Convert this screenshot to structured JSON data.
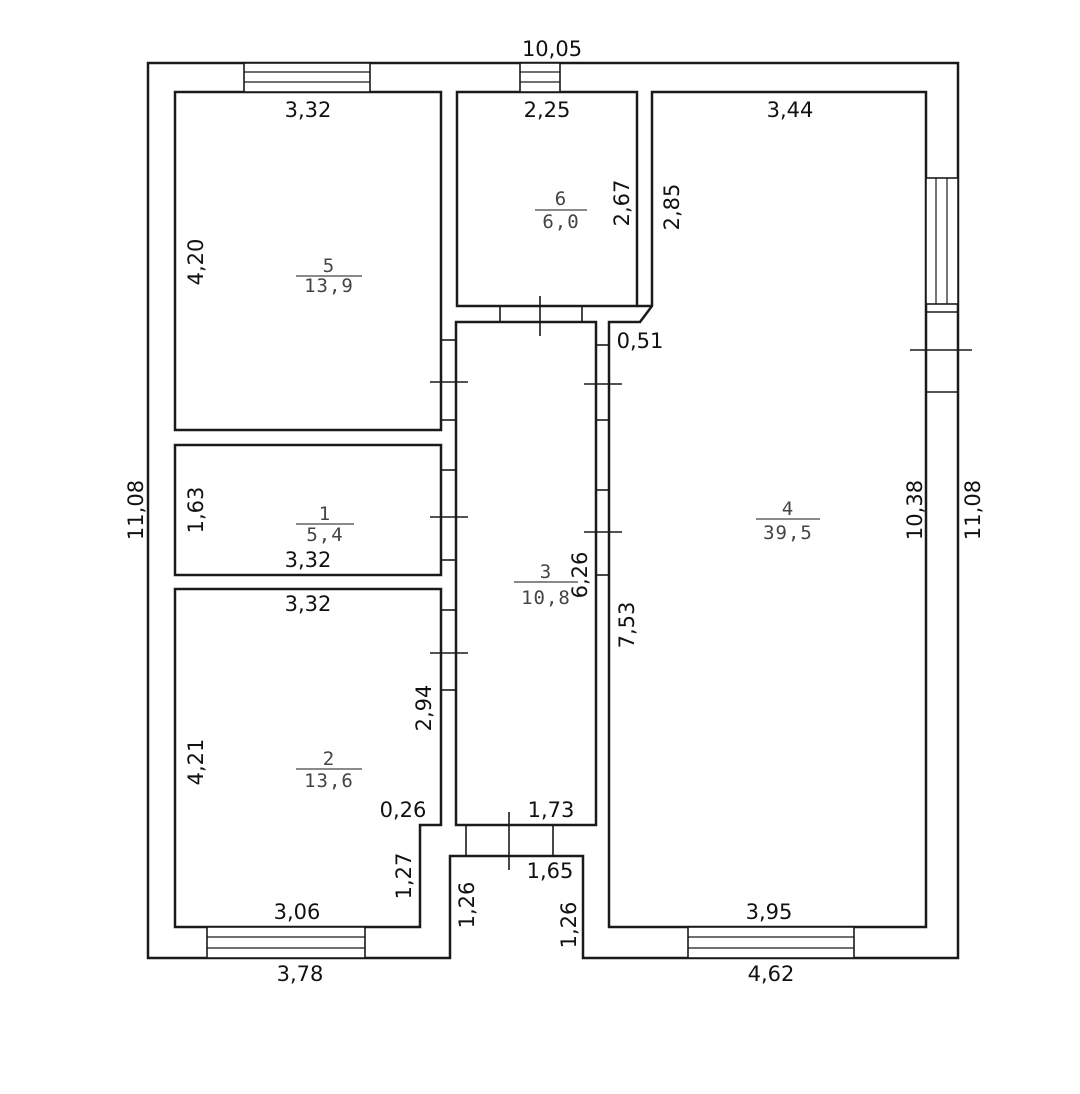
{
  "rooms": [
    {
      "id": "1",
      "number": "1",
      "area": "5,4"
    },
    {
      "id": "2",
      "number": "2",
      "area": "13,6"
    },
    {
      "id": "3",
      "number": "3",
      "area": "10,8"
    },
    {
      "id": "4",
      "number": "4",
      "area": "39,5"
    },
    {
      "id": "5",
      "number": "5",
      "area": "13,9"
    },
    {
      "id": "6",
      "number": "6",
      "area": "6,0"
    }
  ],
  "dimensions": {
    "overall_top": "10,05",
    "overall_left": "11,08",
    "overall_right": "11,08",
    "room5_top": "3,32",
    "room5_side": "4,20",
    "room6_top": "2,25",
    "room6_side": "2,67",
    "room6_outer_side": "2,85",
    "room4_top": "3,44",
    "room4_side": "10,38",
    "room4_bottom": "3,95",
    "room4_outer_bottom": "4,62",
    "room4_wall_offset": "0,51",
    "room1_side": "1,63",
    "room1_bottom": "3,32",
    "room2_top": "3,32",
    "room2_side": "4,21",
    "room2_door_wall": "2,94",
    "room2_step": "0,26",
    "room2_step_side": "1,27",
    "room2_bottom": "3,06",
    "room2_outer_bottom": "3,78",
    "corridor_side": "6,26",
    "room4_left_side": "7,53",
    "corridor_bottom": "1,73",
    "porch_width": "1,65",
    "porch_left": "1,26",
    "porch_right": "1,26"
  }
}
